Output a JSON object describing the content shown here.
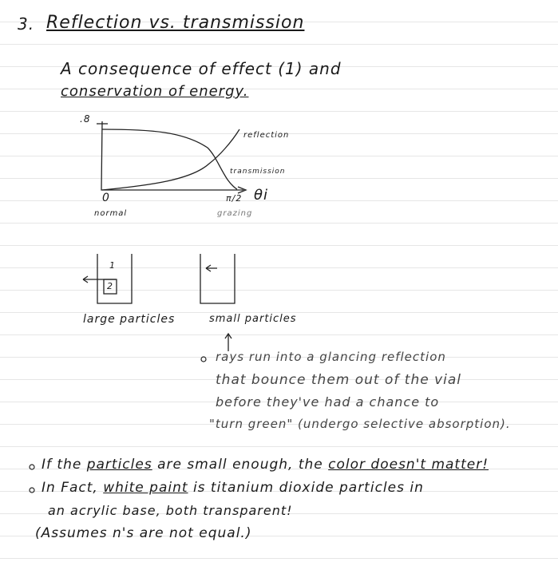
{
  "heading": {
    "number": "3.",
    "title": "Reflection vs. transmission"
  },
  "intro": {
    "line1": "A consequence of effect (1) and",
    "line2": "conservation of energy."
  },
  "graph": {
    "y_tick": ".8",
    "x_origin": "0",
    "x_end": "π/2",
    "x_axis": "θi",
    "label_normal": "normal",
    "label_grazing": "grazing",
    "curve_reflection": "reflection",
    "curve_transmission": "transmission"
  },
  "vials": {
    "large_label": "large particles",
    "small_label": "small particles",
    "large_marks": [
      "1",
      "2"
    ]
  },
  "note_small": [
    "rays run into a glancing reflection",
    "that bounce them out of the vial",
    "before they've had a chance to",
    "\"turn green\" (undergo selective absorption)."
  ],
  "bullets": {
    "b1_a": "If the",
    "b1_b": "particles",
    "b1_c": "are small enough, the",
    "b1_d": "color doesn't matter!",
    "b2_a": "In Fact,",
    "b2_b": "white paint",
    "b2_c": "is titanium dioxide particles in",
    "b2_line2": "an acrylic base, both transparent!",
    "b2_line3": "(Assumes n's are not equal.)"
  }
}
